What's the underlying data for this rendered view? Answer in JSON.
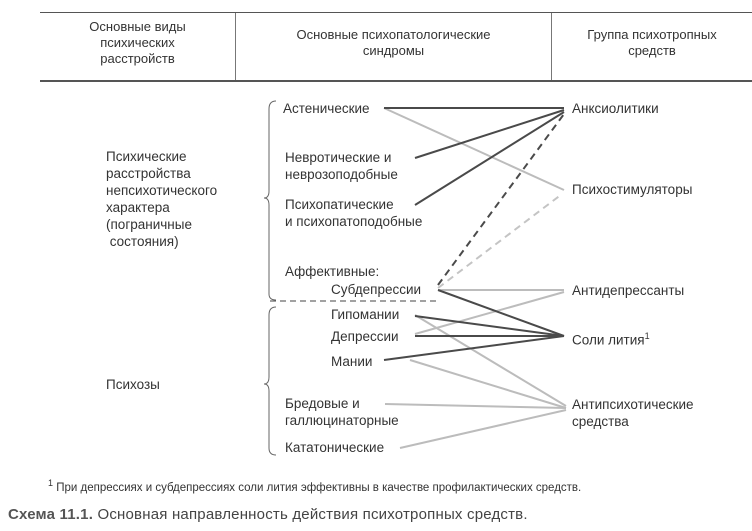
{
  "header": {
    "col1": [
      "Основные виды",
      "психических",
      "расстройств"
    ],
    "col2": [
      "Основные психопатологические",
      "синдромы"
    ],
    "col3": [
      "Группа психотропных",
      "средств"
    ]
  },
  "groups": {
    "nonpsychotic": [
      "Психические",
      "расстройства",
      "непсихотического",
      "характера",
      "(пограничные",
      " состояния)"
    ],
    "psychoses": "Психозы"
  },
  "syndromes": {
    "asthenic": "Астенические",
    "neurotic": [
      "Невротические и",
      "неврозоподобные"
    ],
    "psychopathic": [
      "Психопатические",
      "и психопатоподобные"
    ],
    "affective": "Аффективные:",
    "subdepression": "Субдепрессии",
    "hypomania": "Гипомании",
    "depression": "Депрессии",
    "mania": "Мании",
    "delusional": [
      "Бредовые и",
      "галлюцинаторные"
    ],
    "catatonic": "Кататонические"
  },
  "drugs": {
    "anxiolytics": "Анксиолитики",
    "psychostimulants": "Психостимуляторы",
    "antidepressants": "Антидепрессанты",
    "lithium": "Соли лития",
    "lithium_sup": "1",
    "antipsychotics": [
      "Антипсихотические",
      "средства"
    ]
  },
  "footnote": {
    "mark": "1",
    "text": " При депрессиях и субдепрессиях соли лития эффективны в качестве профилактических средств."
  },
  "caption": {
    "label": "Схема 11.1.",
    "text": " Основная направленность действия психотропных средств."
  },
  "colors": {
    "dark_line": "#555555",
    "light_line": "#bdbdbd"
  }
}
